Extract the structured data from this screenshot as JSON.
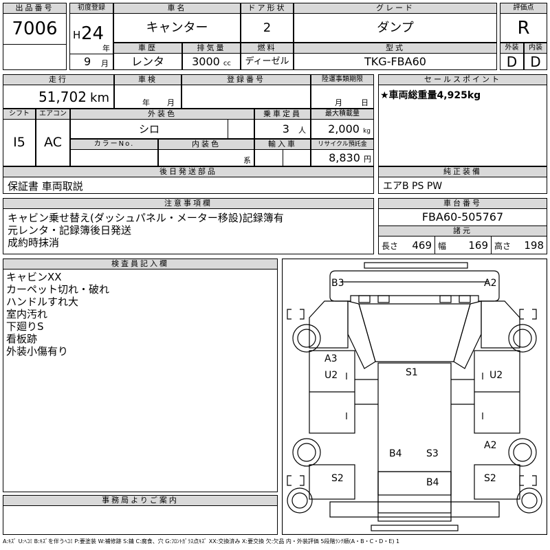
{
  "labels": {
    "lot_no": "出品番号",
    "first_reg": "初度登録",
    "car_name": "車名",
    "door": "ドア形状",
    "grade": "グレード",
    "score": "評価点",
    "history": "車歴",
    "displacement": "排気量",
    "fuel": "燃料",
    "model_code": "型式",
    "exterior": "外装",
    "interior": "内装",
    "mileage": "走行",
    "inspection": "車検",
    "reg_no": "登録番号",
    "transfer": "陸運事類期限",
    "sales_point": "セールスポイント",
    "shift": "シフト",
    "aircon": "エアコン",
    "ext_color": "外装色",
    "capacity": "乗車定員",
    "max_load": "最大積載量",
    "color_no": "カラーNo.",
    "int_color": "内装色",
    "import": "輸入車",
    "recycle": "リサイクル預託金",
    "later_parts": "後日発送部品",
    "genuine_equip": "純正装備",
    "notes": "注意事項欄",
    "chassis_no": "車台番号",
    "dimensions": "諸元",
    "inspector": "検査員記入欄",
    "office": "事務局よりご案内",
    "era": "H",
    "year_unit": "年",
    "month_unit": "月",
    "cc": "cc",
    "km": "km",
    "persons": "人",
    "kg": "kg",
    "yen": "円",
    "kei": "系",
    "insp_year": "年",
    "insp_month": "月",
    "transfer_month": "月",
    "transfer_day": "日",
    "length": "長さ",
    "width": "幅",
    "height": "高さ"
  },
  "values": {
    "lot_no": "7006",
    "year": "24",
    "month": "9",
    "car_name": "キャンター",
    "door": "2",
    "grade": "ダンプ",
    "score": "R",
    "history": "レンタ",
    "displacement": "3000",
    "fuel": "ディーゼル",
    "model_code": "TKG-FBA60",
    "exterior": "D",
    "interior": "D",
    "mileage": "51,702",
    "sales_point": "★車両総重量4,925kg",
    "shift": "I5",
    "aircon": "AC",
    "ext_color": "シロ",
    "capacity": "3",
    "max_load": "2,000",
    "recycle": "8,830",
    "later_parts": "保証書 車両取説",
    "genuine_equip": "エアB PS PW",
    "notes": [
      "キャビン乗せ替え(ダッシュパネル・メーター移設)記録簿有",
      "元レンタ・記録簿後日発送",
      "成約時抹消"
    ],
    "chassis_no": "FBA60-505767",
    "length": "469",
    "width": "169",
    "height": "198",
    "inspector": [
      "キャビンXX",
      "カーペット切れ・破れ",
      "ハンドルすれ大",
      "室内汚れ",
      "下廻りS",
      "看板跡",
      "外装小傷有り"
    ]
  },
  "diagram_marks": {
    "b3": "B3",
    "a2_top": "A2",
    "a3": "A3",
    "u2_left": "U2",
    "u2_right": "U2",
    "s1": "S1",
    "b4_mid": "B4",
    "s3": "S3",
    "a2_bottom": "A2",
    "s2_left": "S2",
    "s2_right": "S2",
    "b4_bottom": "B4"
  },
  "legend": "A:ｷｽﾞ U:ﾍｺﾐ B:ｷｽﾞを伴うﾍｺﾐ P:要塗装 W:補修跡 S:錆 C:腐食、穴 G:ﾌﾛﾝﾄｶﾞﾗｽ点ｷｽﾞ XX:交換済み X:要交換 欠:欠品 内・外装評価 5段階ﾗﾝｸ順(A・B・C・D・E) 1"
}
